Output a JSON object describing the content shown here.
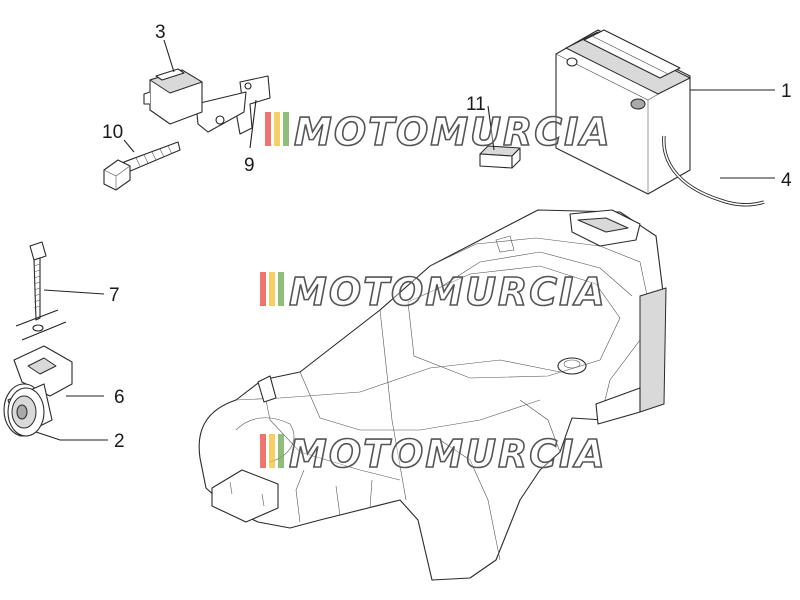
{
  "callouts": {
    "c1": "1",
    "c2": "2",
    "c3": "3",
    "c4": "4",
    "c6": "6",
    "c7": "7",
    "c9": "9",
    "c10": "10",
    "c11": "11"
  },
  "watermark": {
    "text": "MOTOMURCIA",
    "colors": [
      "#e8473c",
      "#f1c232",
      "#6aa84f"
    ]
  }
}
